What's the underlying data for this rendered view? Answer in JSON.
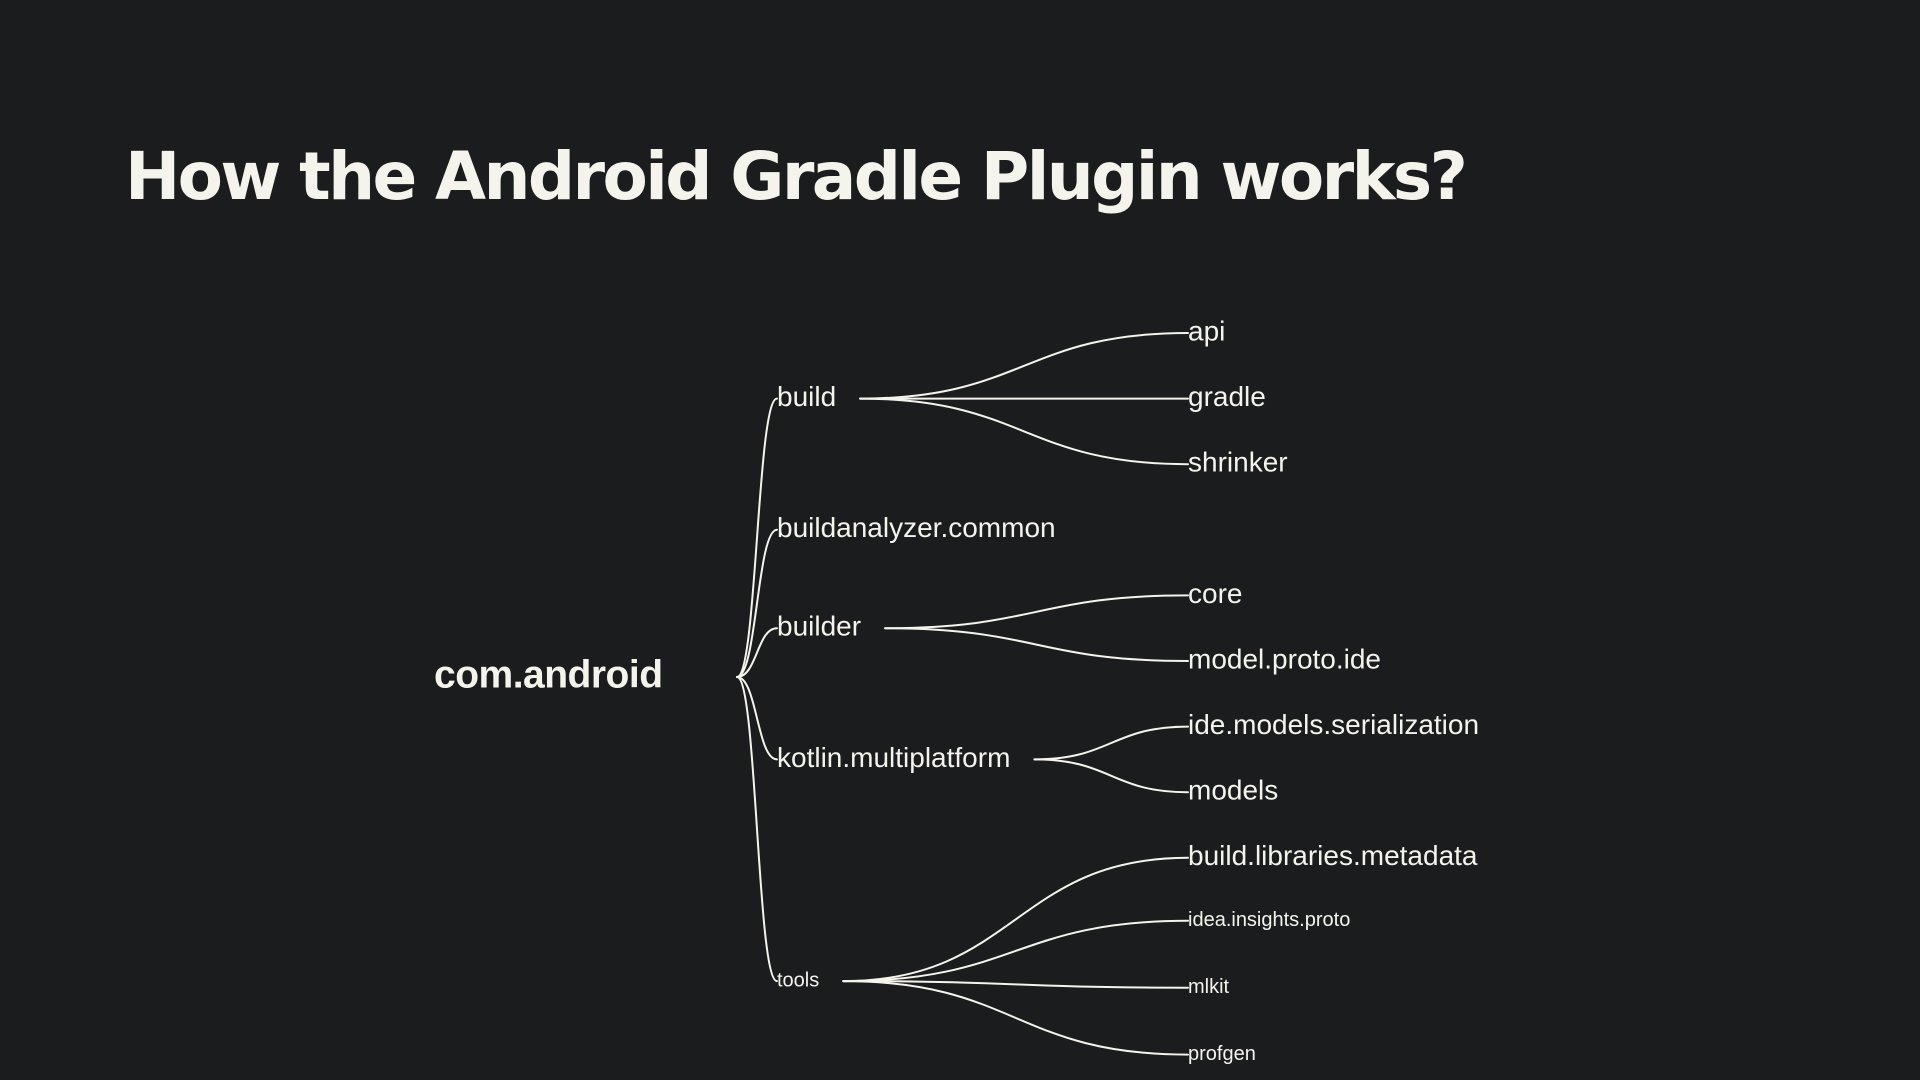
{
  "title": "How the Android Gradle Plugin works?",
  "tree": {
    "root": "com.android",
    "children": [
      {
        "label": "build",
        "children": [
          "api",
          "gradle",
          "shrinker"
        ]
      },
      {
        "label": "buildanalyzer.common",
        "children": []
      },
      {
        "label": "builder",
        "children": [
          "core",
          "model.proto.ide"
        ]
      },
      {
        "label": "kotlin.multiplatform",
        "children": [
          "ide.models.serialization",
          "models"
        ]
      },
      {
        "label": "tools",
        "children": [
          "build.libraries.metadata",
          "idea.insights.proto",
          "mlkit",
          "profgen"
        ]
      }
    ]
  },
  "colors": {
    "background": "#1b1c1e",
    "foreground": "#f4f3ec"
  }
}
